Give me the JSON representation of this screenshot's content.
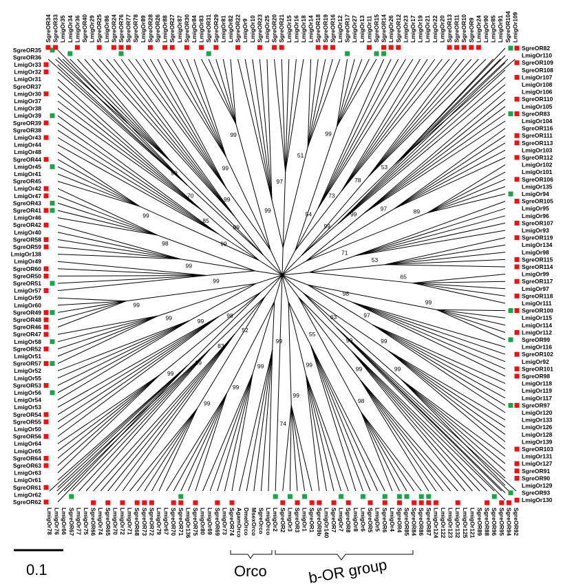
{
  "colors": {
    "red_marker": "#ee1111",
    "green_marker": "#1aa34a",
    "branch": "#000000"
  },
  "scale_bar": {
    "label": "0.1"
  },
  "groups": {
    "orco": "Orco",
    "bor": "b-OR group"
  },
  "leaves": [
    [
      "LmigOrco",
      ""
    ],
    [
      "SgreOrco",
      ""
    ],
    [
      "MsexOrco",
      ""
    ],
    [
      "DmelOrco",
      ""
    ],
    [
      "AgamOrco",
      ""
    ],
    [
      "SgreOR74",
      "r"
    ],
    [
      "LmigOr73",
      ""
    ],
    [
      "SgreOR69",
      "r"
    ],
    [
      "LmigOr69",
      ""
    ],
    [
      "LmigOr80",
      ""
    ],
    [
      "SgreOR75",
      "r"
    ],
    [
      "LmigOr136",
      ""
    ],
    [
      "SgreOR71",
      "rg"
    ],
    [
      "SgreOR70",
      "r"
    ],
    [
      "LmigOr67",
      ""
    ],
    [
      "LmigOr79",
      ""
    ],
    [
      "SgreOR72",
      "r"
    ],
    [
      "SgreOR73",
      "r"
    ],
    [
      "SgreOR68",
      "r"
    ],
    [
      "LmigOr71",
      ""
    ],
    [
      "LmigOr72",
      "r"
    ],
    [
      "LmigOr70",
      ""
    ],
    [
      "SgreOR65",
      "r"
    ],
    [
      "LmigOr74",
      ""
    ],
    [
      "SgreOR66",
      "r"
    ],
    [
      "LmigOr75",
      ""
    ],
    [
      "LmigOr77",
      ""
    ],
    [
      "SgreOR67",
      "g"
    ],
    [
      "LmigOr66",
      ""
    ],
    [
      "LmigOr76",
      ""
    ],
    [
      "LmigOr78",
      ""
    ],
    [
      "SgreOR62",
      "r"
    ],
    [
      "LmigOr62",
      ""
    ],
    [
      "SgreOR61",
      "r"
    ],
    [
      "LmigOr61",
      ""
    ],
    [
      "LmigOr63",
      ""
    ],
    [
      "SgreOR63",
      "r"
    ],
    [
      "SgreOR64",
      "r"
    ],
    [
      "LmigOr65",
      ""
    ],
    [
      "LmigOr64",
      ""
    ],
    [
      "SgreOR56",
      "r"
    ],
    [
      "LmigOr50",
      ""
    ],
    [
      "SgreOR55",
      "r"
    ],
    [
      "SgreOR54",
      "r"
    ],
    [
      "LmigOr53",
      ""
    ],
    [
      "LmigOr54",
      ""
    ],
    [
      "LmigOr56",
      "g"
    ],
    [
      "SgreOR53",
      "r"
    ],
    [
      "LmigOr55",
      ""
    ],
    [
      "LmigOr52",
      ""
    ],
    [
      "SgreOR57",
      "rg"
    ],
    [
      "LmigOr51",
      ""
    ],
    [
      "SgreOR52",
      "r"
    ],
    [
      "LmigOr58",
      "g"
    ],
    [
      "SgreOR47",
      "r"
    ],
    [
      "SgreOR46",
      "r"
    ],
    [
      "SgreOR48",
      "r"
    ],
    [
      "SgreOR49",
      "rg"
    ],
    [
      "LmigOr60",
      ""
    ],
    [
      "LmigOr59",
      ""
    ],
    [
      "LmigOr57",
      "r"
    ],
    [
      "SgreOR51",
      "g"
    ],
    [
      "SgreOR50",
      "r"
    ],
    [
      "SgreOR60",
      "r"
    ],
    [
      "LmigOr49",
      ""
    ],
    [
      "LmigOr138",
      ""
    ],
    [
      "SgreOR59",
      "r"
    ],
    [
      "SgreOR58",
      "r"
    ],
    [
      "LmigOr40",
      ""
    ],
    [
      "SgreOR42",
      "r"
    ],
    [
      "LmigOr46",
      ""
    ],
    [
      "SgreOR41",
      "rg"
    ],
    [
      "SgreOR43",
      "g"
    ],
    [
      "LmigOr47",
      "r"
    ],
    [
      "LmigOr42",
      "r"
    ],
    [
      "SgreOR45",
      ""
    ],
    [
      "LmigOr41",
      ""
    ],
    [
      "LmigOr45",
      "g"
    ],
    [
      "SgreOR44",
      "r"
    ],
    [
      "LmigOr48",
      ""
    ],
    [
      "LmigOr44",
      ""
    ],
    [
      "LmigOr43",
      "r"
    ],
    [
      "SgreOR38",
      ""
    ],
    [
      "SgreOR39",
      "r"
    ],
    [
      "LmigOr39",
      "g"
    ],
    [
      "LmigOr38",
      ""
    ],
    [
      "LmigOr37",
      ""
    ],
    [
      "LmigOr30",
      "r"
    ],
    [
      "SgreOR37",
      ""
    ],
    [
      "LmigOr31",
      ""
    ],
    [
      "LmigOr32",
      "r"
    ],
    [
      "LmigOr33",
      "r"
    ],
    [
      "SgreOR36",
      ""
    ],
    [
      "SgreOR35",
      "g"
    ],
    [
      "SgreOR34",
      "r"
    ],
    [
      "SgreOR33",
      "r"
    ],
    [
      "LmigOr35",
      ""
    ],
    [
      "LmigOr34",
      "g"
    ],
    [
      "LmigOr36",
      "r"
    ],
    [
      "SgreOR40",
      ""
    ],
    [
      "LmigOr29",
      ""
    ],
    [
      "SgreOR25",
      "r"
    ],
    [
      "LmigOr86",
      ""
    ],
    [
      "SgreOR24",
      "r"
    ],
    [
      "SgreOR76",
      "rg"
    ],
    [
      "SgreOR77",
      "r"
    ],
    [
      "SgreOR78",
      ""
    ],
    [
      "LmigOr89",
      ""
    ],
    [
      "SgreOR28",
      "r"
    ],
    [
      "SgreOR26",
      ""
    ],
    [
      "LmigOr88",
      "r"
    ],
    [
      "SgreOR27",
      "r"
    ],
    [
      "LmigOr87",
      ""
    ],
    [
      "SgreOR30",
      "r"
    ],
    [
      "LmigOr84",
      ""
    ],
    [
      "LmigOr83",
      "r"
    ],
    [
      "SgreOR31",
      "g"
    ],
    [
      "SgreOR29",
      "r"
    ],
    [
      "LmigOr81",
      ""
    ],
    [
      "LmigOr82",
      ""
    ],
    [
      "SgreOR22",
      "r"
    ],
    [
      "LmigOr9",
      ""
    ],
    [
      "LmigOr10",
      ""
    ],
    [
      "SgreOR23",
      "r"
    ],
    [
      "LmigOr25",
      ""
    ],
    [
      "SgreOR20",
      "r"
    ],
    [
      "SgreOR21",
      "r"
    ],
    [
      "LmigOr15",
      ""
    ],
    [
      "LmigOr16",
      ""
    ],
    [
      "LmigOr18",
      ""
    ],
    [
      "LmigOr14",
      ""
    ],
    [
      "SgreOR18",
      "r"
    ],
    [
      "SgreOR19",
      "r"
    ],
    [
      "SgreOR16",
      "r"
    ],
    [
      "LmigOr12",
      ""
    ],
    [
      "SgreOR17",
      "g"
    ],
    [
      "LmigOr27",
      ""
    ],
    [
      "LmigOr13",
      ""
    ],
    [
      "LmigOr11",
      "r"
    ],
    [
      "SgreOR15",
      "g"
    ],
    [
      "SgreOR14",
      "rg"
    ],
    [
      "LmigOr26",
      "r"
    ],
    [
      "SgreOR12",
      "r"
    ],
    [
      "LmigOr23",
      ""
    ],
    [
      "LmigOr17",
      ""
    ],
    [
      "LmigOr19",
      ""
    ],
    [
      "LmigOr21",
      ""
    ],
    [
      "LmigOr22",
      ""
    ],
    [
      "LmigOr20",
      ""
    ],
    [
      "SgreOR13",
      "r"
    ],
    [
      "SgreOR11",
      "r"
    ],
    [
      "SgreOR10",
      "r"
    ],
    [
      "SgreOR9",
      "r"
    ],
    [
      "LmigOr24",
      "r"
    ],
    [
      "LmigOr90",
      ""
    ],
    [
      "LmigOr85",
      ""
    ],
    [
      "LmigOr91",
      ""
    ],
    [
      "SgreOR104",
      ""
    ],
    [
      "LmigOr109",
      ""
    ],
    [
      "SgreOR82",
      "rg"
    ],
    [
      "LmigOr110",
      ""
    ],
    [
      "SgreOR109",
      "r"
    ],
    [
      "SgreOR108",
      ""
    ],
    [
      "LmigOr107",
      "r"
    ],
    [
      "LmigOr108",
      ""
    ],
    [
      "LmigOr106",
      ""
    ],
    [
      "SgreOR110",
      "r"
    ],
    [
      "LmigOr105",
      ""
    ],
    [
      "SgreOR83",
      "rg"
    ],
    [
      "LmigOr104",
      ""
    ],
    [
      "SgreOR116",
      ""
    ],
    [
      "SgreOR111",
      "r"
    ],
    [
      "SgreOR113",
      "r"
    ],
    [
      "LmigOr103",
      ""
    ],
    [
      "SgreOR112",
      "r"
    ],
    [
      "LmigOr102",
      ""
    ],
    [
      "LmigOr101",
      ""
    ],
    [
      "SgreOR106",
      "r"
    ],
    [
      "LmigOr135",
      ""
    ],
    [
      "LmigOr94",
      "g"
    ],
    [
      "SgreOR105",
      "r"
    ],
    [
      "LmigOr95",
      ""
    ],
    [
      "LmigOr96",
      ""
    ],
    [
      "SgreOR107",
      "r"
    ],
    [
      "LmigOr93",
      ""
    ],
    [
      "SgreOR119",
      "r"
    ],
    [
      "LmigOr134",
      ""
    ],
    [
      "LmigOr98",
      ""
    ],
    [
      "SgreOR115",
      "r"
    ],
    [
      "SgreOR114",
      "r"
    ],
    [
      "LmigOr99",
      ""
    ],
    [
      "SgreOR117",
      "r"
    ],
    [
      "LmigOr97",
      ""
    ],
    [
      "SgreOR118",
      "r"
    ],
    [
      "LmigOr111",
      ""
    ],
    [
      "SgreOR100",
      "rg"
    ],
    [
      "LmigOr115",
      ""
    ],
    [
      "LmigOr114",
      ""
    ],
    [
      "LmigOr112",
      "r"
    ],
    [
      "SgreOR99",
      "g"
    ],
    [
      "LmigOr116",
      ""
    ],
    [
      "SgreOR102",
      "r"
    ],
    [
      "LmigOr92",
      ""
    ],
    [
      "SgreOR101",
      "r"
    ],
    [
      "SgreOR98",
      "r"
    ],
    [
      "LmigOr118",
      ""
    ],
    [
      "LmigOr119",
      ""
    ],
    [
      "LmigOr117",
      ""
    ],
    [
      "SgreOR97",
      "rg"
    ],
    [
      "LmigOr120",
      ""
    ],
    [
      "LmigOr133",
      ""
    ],
    [
      "LmigOr126",
      ""
    ],
    [
      "LmigOr128",
      ""
    ],
    [
      "LmigOr139",
      ""
    ],
    [
      "SgreOR103",
      "r"
    ],
    [
      "LmigOr131",
      ""
    ],
    [
      "LmigOr127",
      "r"
    ],
    [
      "SgreOR91",
      "r"
    ],
    [
      "SgreOR90",
      "r"
    ],
    [
      "LmigOr129",
      ""
    ],
    [
      "SgreOR93",
      "g"
    ],
    [
      "LmigOr130",
      "r"
    ],
    [
      "SgreOR92",
      ""
    ],
    [
      "SgreOR94",
      "r"
    ],
    [
      "SgreOR95",
      "r"
    ],
    [
      "SgreOR96",
      "g"
    ],
    [
      "SgreOR88",
      "r"
    ],
    [
      "SgreOR89",
      ""
    ],
    [
      "LmigOr121",
      ""
    ],
    [
      "LmigOr125",
      ""
    ],
    [
      "LmigOr132",
      "r"
    ],
    [
      "LmigOr123",
      ""
    ],
    [
      "LmigOr122",
      ""
    ],
    [
      "LmigOr124",
      "r"
    ],
    [
      "SgreOR87",
      "rg"
    ],
    [
      "SgreOR86",
      "rg"
    ],
    [
      "SgreOR84",
      "r"
    ],
    [
      "SgreOR85",
      "g"
    ],
    [
      "SgreOR4",
      "rg"
    ],
    [
      "LmigOr4",
      ""
    ],
    [
      "SgreOR6",
      "rg"
    ],
    [
      "LmigOr5",
      ""
    ],
    [
      "SgreOR5",
      "r"
    ],
    [
      "LmigOr6",
      "g"
    ],
    [
      "LmigOr8",
      ""
    ],
    [
      "SgreOR8",
      "r"
    ],
    [
      "LmigOr7",
      "g"
    ],
    [
      "SgreOR7",
      "r"
    ],
    [
      "LmigOr140",
      ""
    ],
    [
      "SgreOR9b",
      "r"
    ],
    [
      "SgreOR1",
      "r"
    ],
    [
      "LmigOr1",
      "g"
    ],
    [
      "SgreOR3",
      "r"
    ],
    [
      "LmigOr3",
      "g"
    ],
    [
      "SgreOR2",
      "r"
    ],
    [
      "LmigOr2",
      "g"
    ]
  ],
  "bootstrap": [
    "99",
    "99",
    "99",
    "99",
    "52",
    "83",
    "99",
    "99",
    "98",
    "99",
    "99",
    "99",
    "99",
    "99",
    "98",
    "99",
    "99",
    "85",
    "70",
    "99",
    "99",
    "99",
    "99",
    "99",
    "99",
    "97",
    "51",
    "99",
    "54",
    "73",
    "78",
    "53",
    "99",
    "99",
    "97",
    "89",
    "71",
    "53",
    "65",
    "99",
    "98",
    "97",
    "99",
    "99",
    "63",
    "99",
    "99",
    "98",
    "55",
    "99",
    "99",
    "74"
  ]
}
